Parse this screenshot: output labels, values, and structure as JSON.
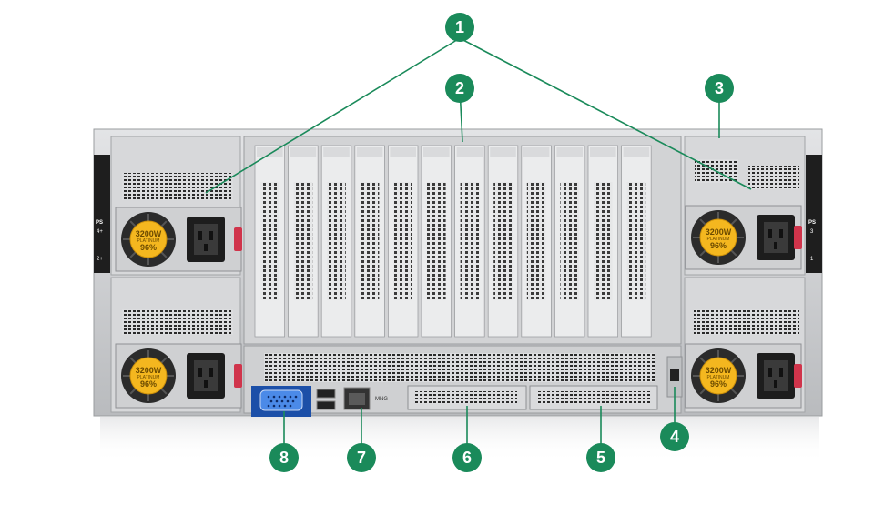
{
  "callouts": [
    "1",
    "2",
    "3",
    "4",
    "5",
    "6",
    "7",
    "8"
  ],
  "psu": {
    "wattage": "3200W",
    "efficiency": "96%",
    "sub": "PLATINUM"
  },
  "ps_marks": {
    "left_title": "PS",
    "left_a": "4+",
    "left_b": "2+",
    "right_title": "PS",
    "right_a": "3",
    "right_b": "1"
  },
  "port_text": {
    "mgmt": "MNG"
  },
  "colors": {
    "callout": "#1a8a5a",
    "leader": "#1a8a5a",
    "chassis": "#c9cbcd",
    "vga": "#2b6fd6"
  }
}
